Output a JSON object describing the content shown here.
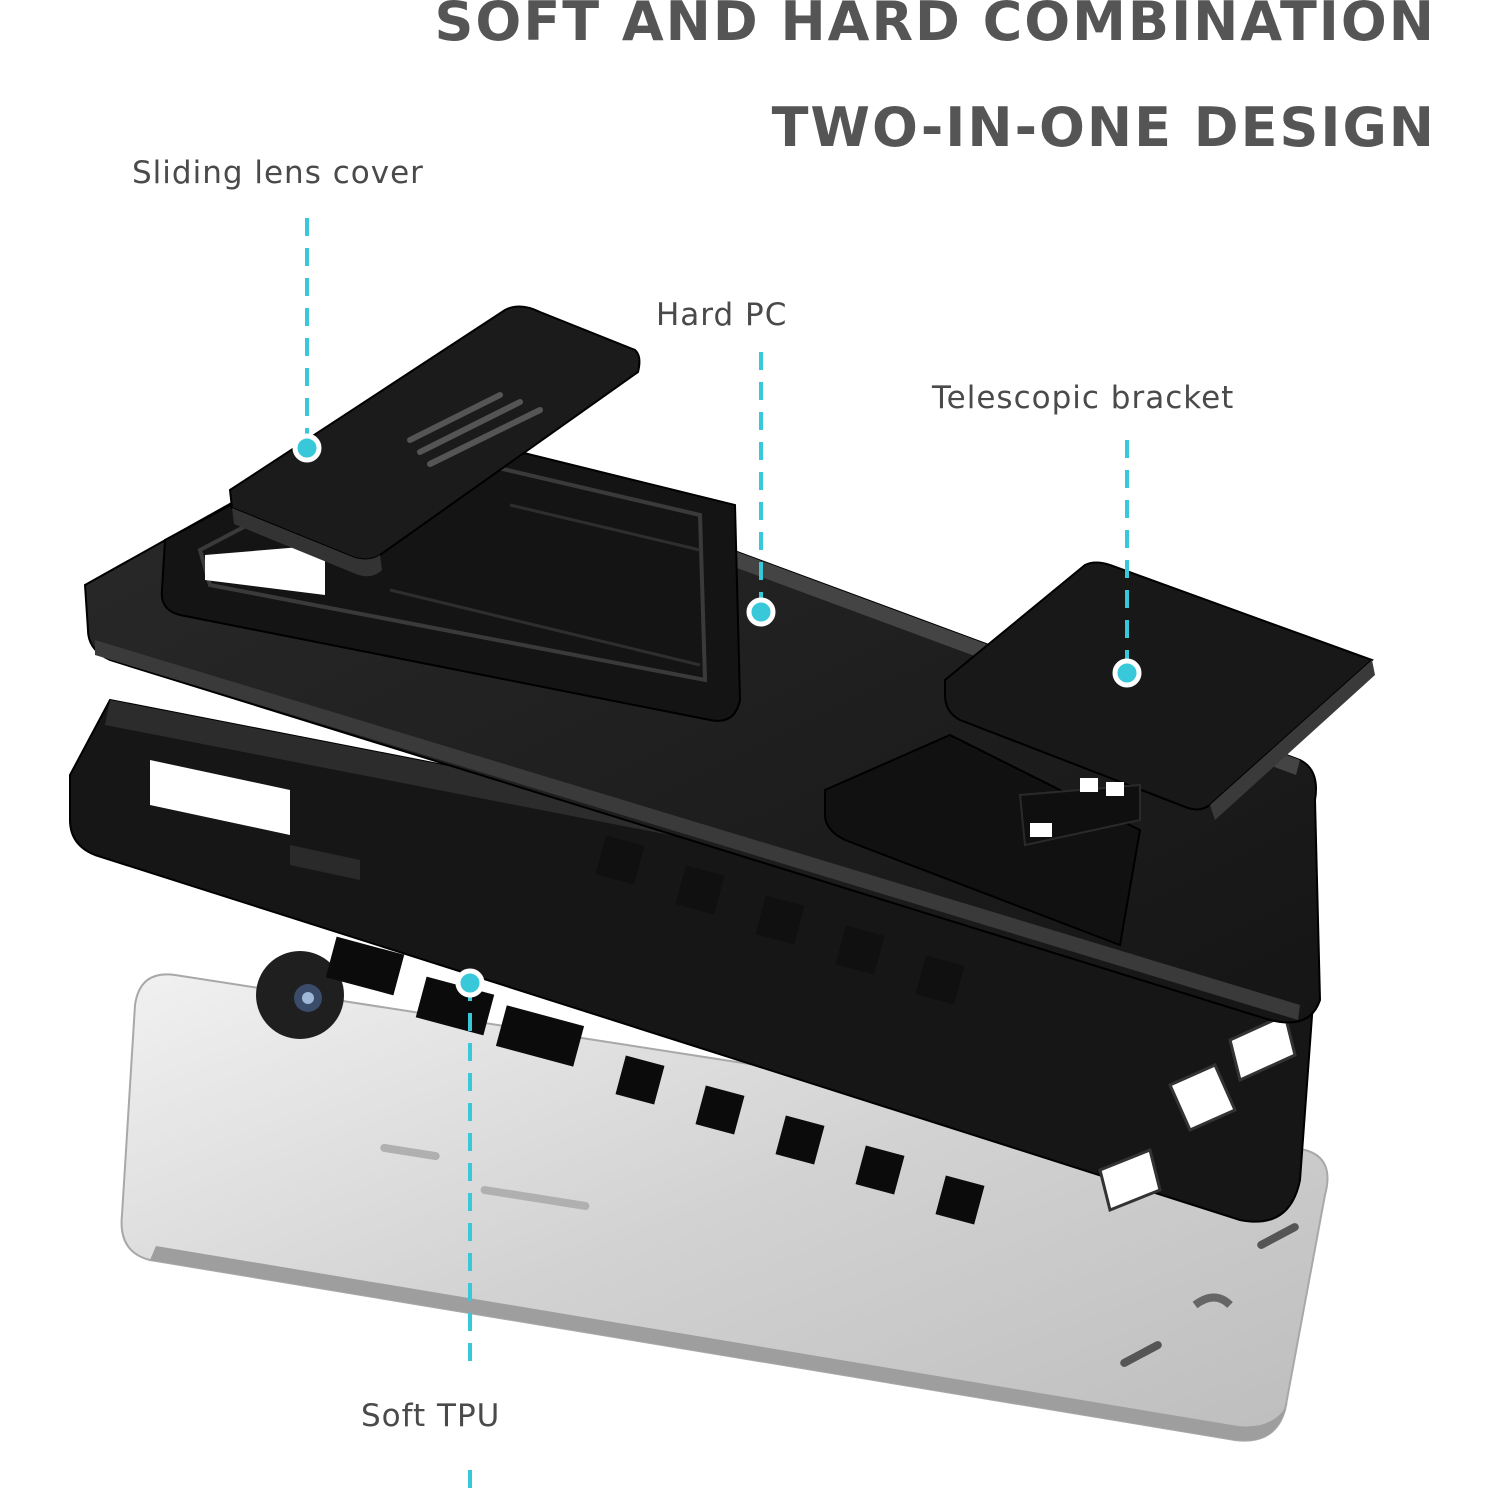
{
  "headline": {
    "line1": "SOFT AND HARD COMBINATION",
    "line2": "TWO-IN-ONE DESIGN"
  },
  "callouts": {
    "sliding_lens_cover": "Sliding lens cover",
    "hard_pc": "Hard PC",
    "telescopic_bracket": "Telescopic bracket",
    "soft_tpu": "Soft TPU"
  },
  "colors": {
    "accent": "#38c8d9",
    "headline_text": "#555555",
    "label_text": "#4a4a4a",
    "case_black": "#1c1c1c",
    "phone_silver": "#d9d9d9"
  }
}
